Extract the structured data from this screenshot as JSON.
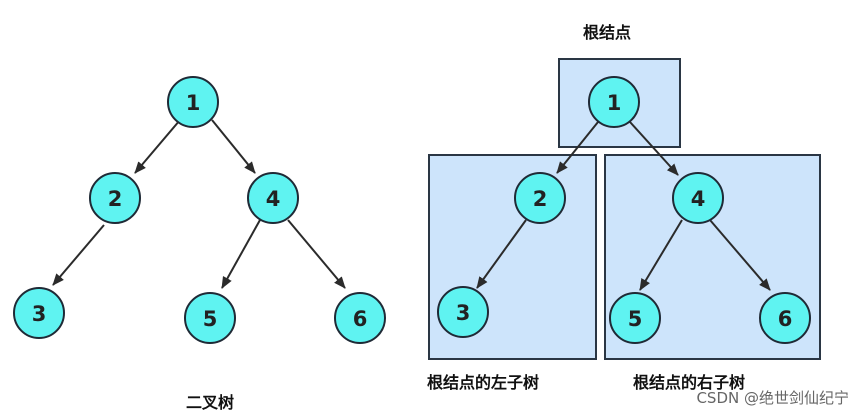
{
  "colors": {
    "node_fill": "#5ff3f1",
    "node_stroke": "#1f2a36",
    "edge": "#2b2b2b",
    "box_fill": "#cde4fb",
    "box_stroke": "#2a3644",
    "watermark": "#666666"
  },
  "left_tree": {
    "caption": "二叉树",
    "nodes": [
      "1",
      "2",
      "4",
      "3",
      "5",
      "6"
    ]
  },
  "right_tree": {
    "root_caption": "根结点",
    "left_subtree_caption": "根结点的左子树",
    "right_subtree_caption": "根结点的右子树",
    "nodes": [
      "1",
      "2",
      "4",
      "3",
      "5",
      "6"
    ]
  },
  "watermark": "CSDN @绝世剑仙纪宁"
}
